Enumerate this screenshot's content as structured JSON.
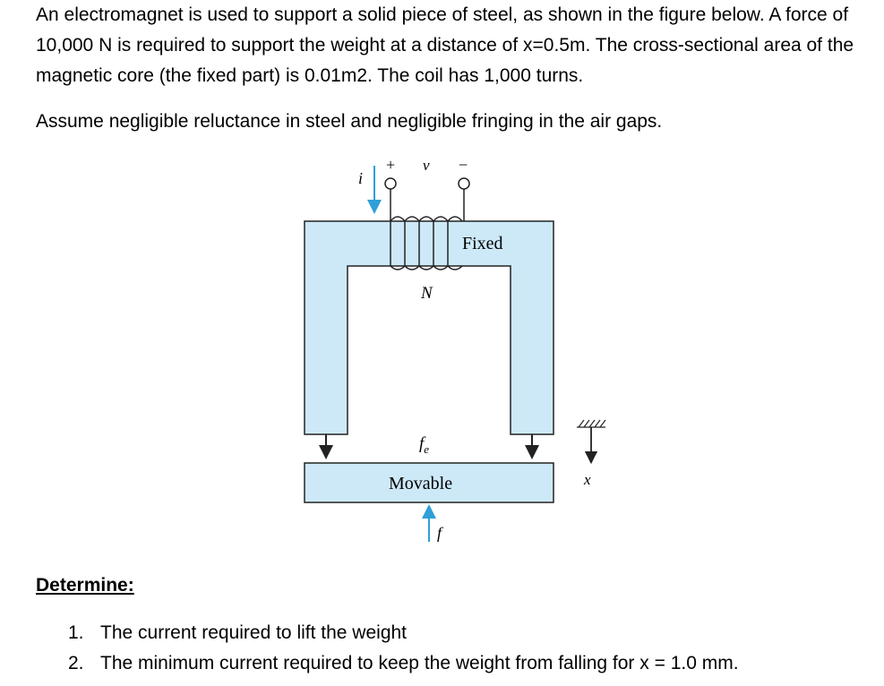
{
  "problem": {
    "paragraph1": "An electromagnet is used to support a solid piece of steel, as shown in the figure below.  A force of 10,000 N is required to support the weight at a distance of x=0.5m. The cross-sectional area of the magnetic core (the fixed part) is 0.01m2. The coil has 1,000 turns.",
    "paragraph2": "Assume negligible reluctance in steel and negligible fringing in the air gaps."
  },
  "figure": {
    "plus_label": "+",
    "voltage_label": "v",
    "minus_label": "−",
    "current_label": "i",
    "fixed_label": "Fixed",
    "turns_label": "N",
    "force_label": "f",
    "force_subscript": "e",
    "movable_label": "Movable",
    "applied_force_label": "f",
    "distance_label": "x",
    "core_color": "#cde9f8",
    "arrow_color": "#2f9fd8"
  },
  "determine": {
    "heading": "Determine:",
    "items": [
      {
        "num": "1.",
        "text": "The current required to lift the weight"
      },
      {
        "num": "2.",
        "text": "The minimum current required to keep the weight from falling for x = 1.0 mm."
      }
    ]
  }
}
